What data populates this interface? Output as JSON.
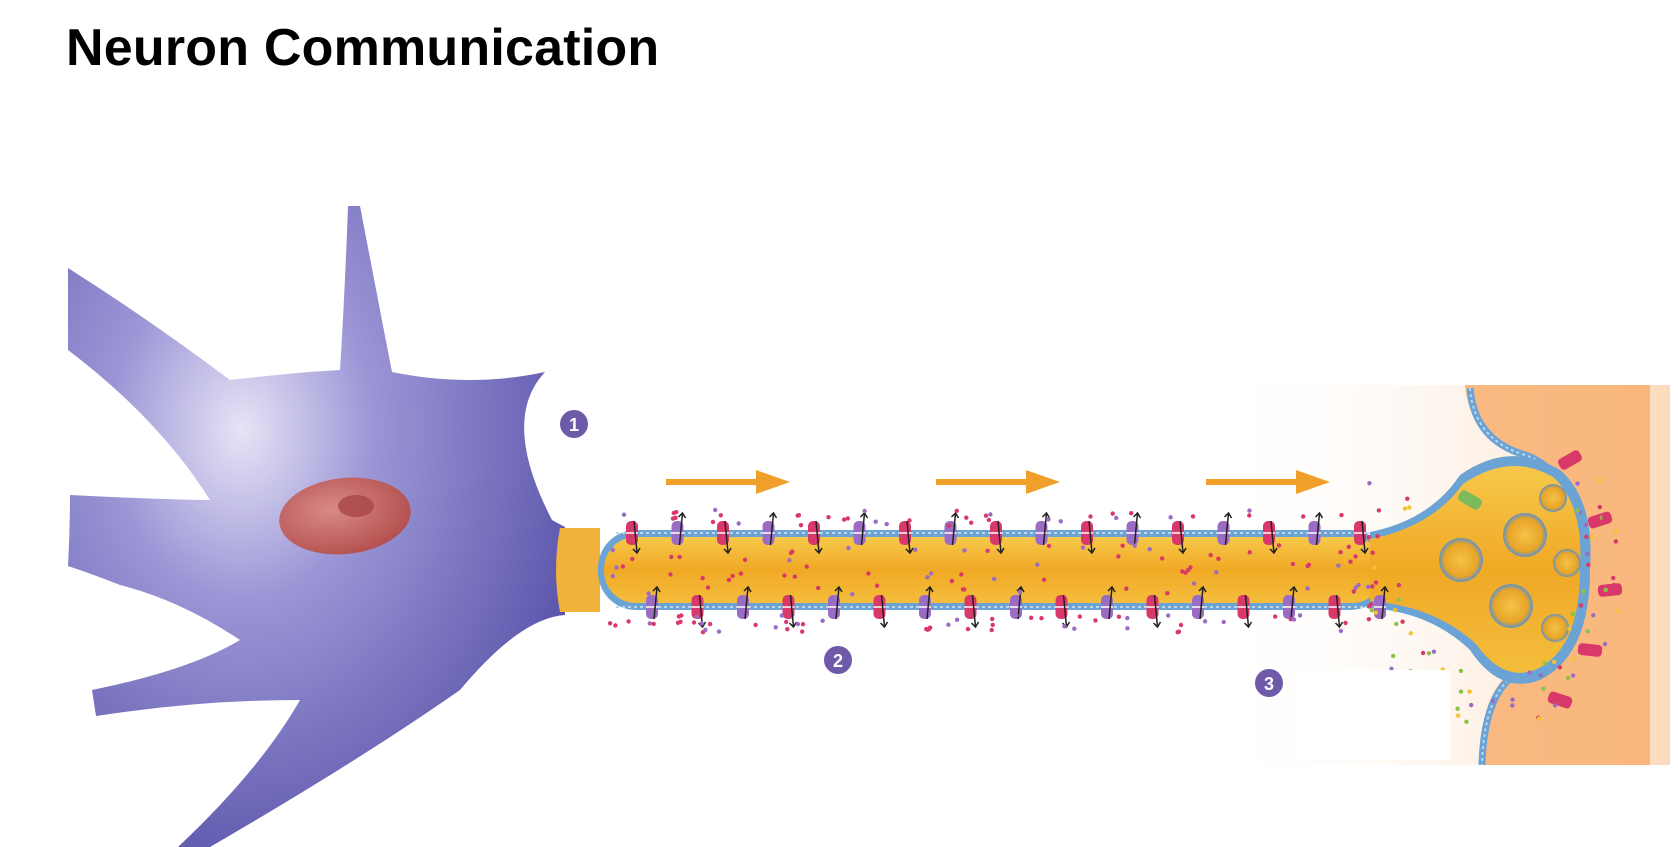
{
  "title": "Neuron Communication",
  "markers": [
    {
      "label": "1"
    },
    {
      "label": "2"
    },
    {
      "label": "3"
    }
  ],
  "colors": {
    "cell_body": "#6a63b8",
    "axon_fill": "#f3b42a",
    "membrane": "#6aa3d4",
    "channel_red": "#d8386a",
    "channel_purple": "#9a6cc4",
    "arrow": "#f0a02a",
    "badge": "#6e5aa8",
    "synapse_bg": "#f8c9a8"
  }
}
